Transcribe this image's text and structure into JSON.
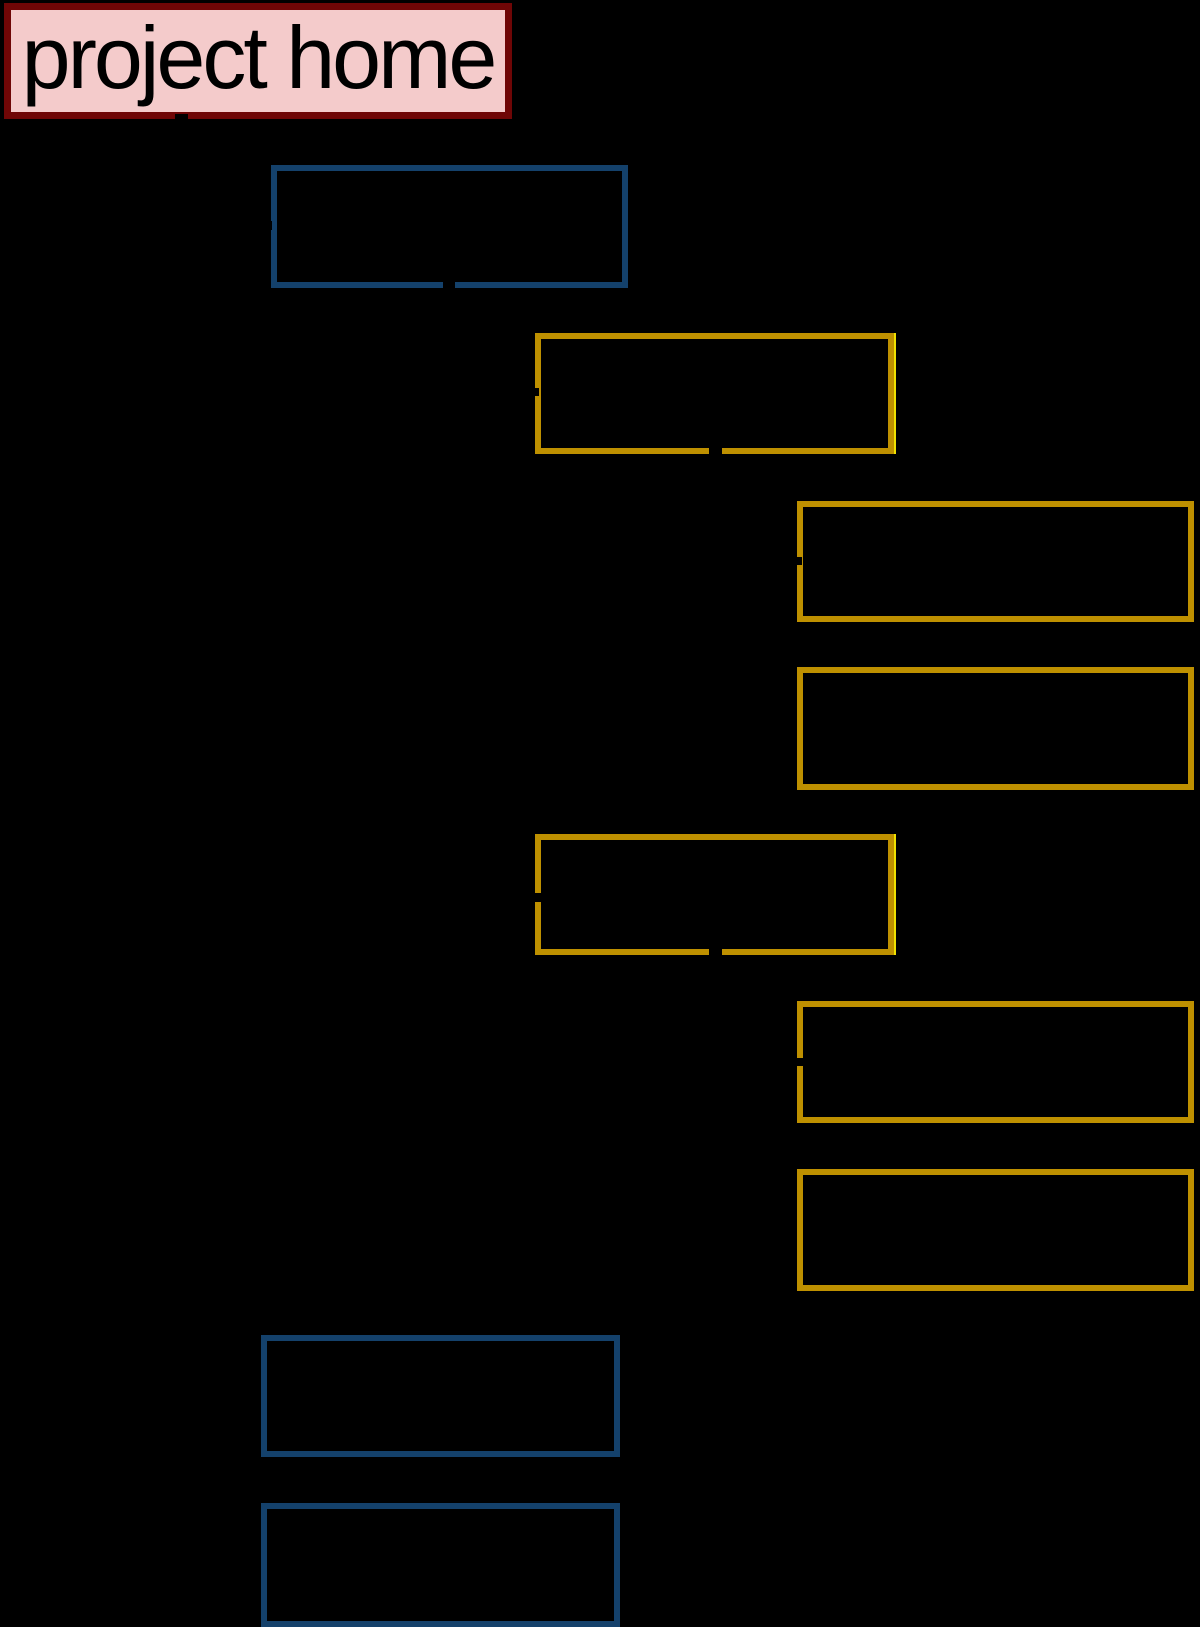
{
  "title": "project home",
  "colors": {
    "background": "#000000",
    "home_fill": "#F4CBCB",
    "home_border": "#6F0606",
    "blue_border": "#14416B",
    "gold_border": "#BE9000",
    "gold_highlight": "#F0E000",
    "connector": "#000000",
    "text": "#000000"
  },
  "nodes": [
    {
      "id": "project-home",
      "label": "project home",
      "variant": "home"
    },
    {
      "id": "blue-1",
      "label": "",
      "variant": "blue"
    },
    {
      "id": "gold-a",
      "label": "",
      "variant": "gold-highlighted"
    },
    {
      "id": "gold-b",
      "label": "",
      "variant": "gold"
    },
    {
      "id": "gold-c",
      "label": "",
      "variant": "gold"
    },
    {
      "id": "gold-d",
      "label": "",
      "variant": "gold-highlighted"
    },
    {
      "id": "gold-e",
      "label": "",
      "variant": "gold"
    },
    {
      "id": "gold-f",
      "label": "",
      "variant": "gold"
    },
    {
      "id": "blue-2",
      "label": "",
      "variant": "blue"
    },
    {
      "id": "blue-3",
      "label": "",
      "variant": "blue"
    }
  ]
}
